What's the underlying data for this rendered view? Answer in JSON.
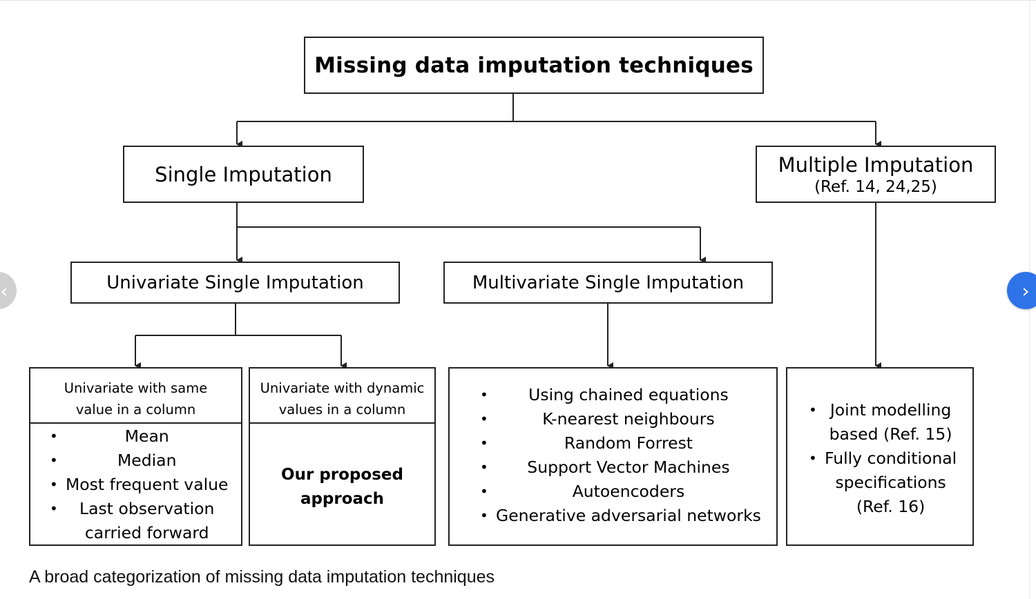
{
  "diagram": {
    "root": "Missing data imputation techniques",
    "single": "Single Imputation",
    "multiple": {
      "title": "Multiple Imputation",
      "ref": "(Ref. 14, 24,25)"
    },
    "univariate": "Univariate Single Imputation",
    "multivariate": "Multivariate Single Imputation",
    "uni_same": {
      "heading_lines": [
        "Univariate with same",
        "value in a column"
      ],
      "items": [
        "Mean",
        "Median",
        "Most frequent value",
        "Last observation",
        "carried forward"
      ]
    },
    "uni_dynamic": {
      "heading_lines": [
        "Univariate with dynamic",
        "values in a column"
      ],
      "body_lines": [
        "Our proposed",
        "approach"
      ]
    },
    "multivariate_methods": [
      "Using chained equations",
      "K-nearest neighbours",
      "Random Forrest",
      "Support Vector Machines",
      "Autoencoders",
      "Generative adversarial networks"
    ],
    "multiple_methods": [
      "Joint modelling",
      "based (Ref. 15)",
      "Fully conditional",
      "specifications",
      "(Ref. 16)"
    ]
  },
  "caption": "A broad categorization of missing data imputation techniques",
  "nav": {
    "prev_icon": "chevron-left-icon",
    "next_icon": "chevron-right-icon",
    "next_color": "#2e73e8"
  }
}
